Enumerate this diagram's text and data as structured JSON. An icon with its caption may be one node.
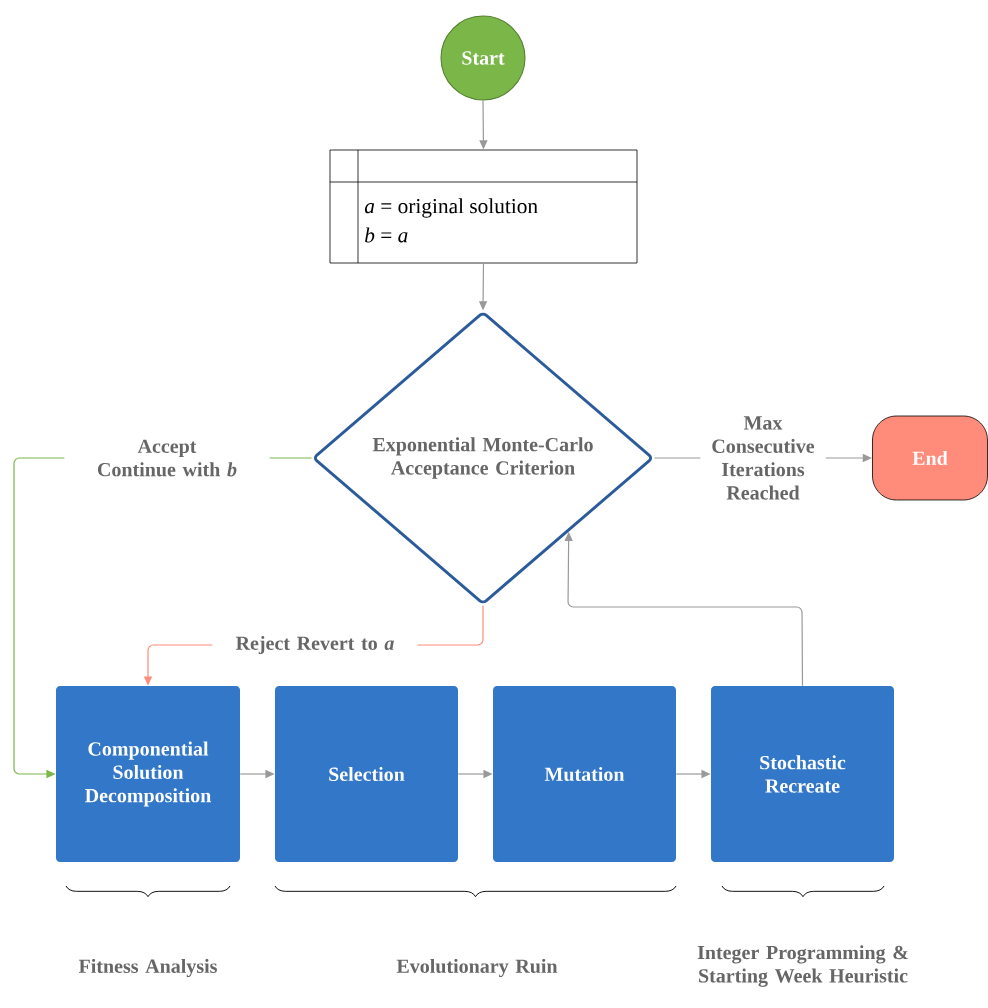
{
  "diagram": {
    "nodes": [
      {
        "text": [
          "Start"
        ]
      },
      {
        "text": [
          "*a* = original solution",
          "*b* = *a*"
        ]
      },
      {
        "text": [
          "Exponential Monte-Carlo Acceptance Criterion"
        ]
      },
      {
        "text": [
          "End"
        ]
      },
      {
        "text": [
          "Componential Solution Decomposition"
        ]
      },
      {
        "text": [
          "Selection"
        ]
      },
      {
        "text": [
          "Mutation"
        ]
      },
      {
        "text": [
          "Stochastic Recreate"
        ]
      }
    ],
    "edges": [
      {
        "from": 0,
        "to": 1,
        "arrow": "to"
      },
      {
        "from": 1,
        "to": 2,
        "arrow": "to"
      },
      {
        "from": 2,
        "to": 3,
        "arrow": "to",
        "label": "Max Consecutive Iterations Reached"
      },
      {
        "from": 2,
        "to": 4,
        "arrow": "to",
        "label": "Accept Continue with *b*",
        "color": "#7ab648"
      },
      {
        "from": 2,
        "to": 4,
        "arrow": "to",
        "label": "Reject Revert to *a*",
        "color": "#ff8c7a"
      },
      {
        "from": 4,
        "to": 5,
        "arrow": "to"
      },
      {
        "from": 5,
        "to": 6,
        "arrow": "to"
      },
      {
        "from": 6,
        "to": 7,
        "arrow": "to"
      },
      {
        "from": 7,
        "to": 2,
        "arrow": "to"
      }
    ],
    "labels": [
      "Fitness Analysis",
      "Evolutionary Ruin",
      "Integer Programming & Starting Week Heuristic"
    ]
  }
}
